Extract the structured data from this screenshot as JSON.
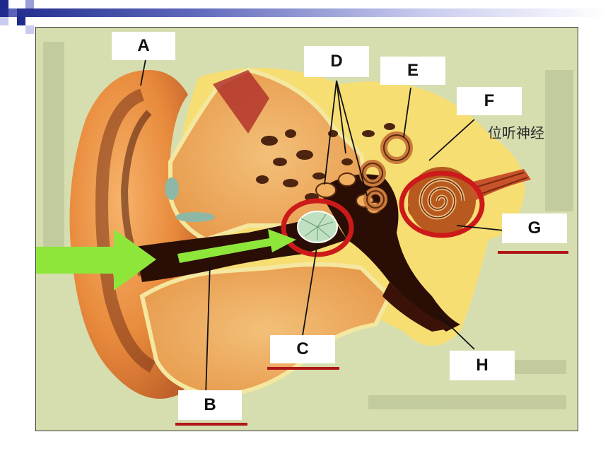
{
  "labels": {
    "A": "A",
    "B": "B",
    "C": "C",
    "D": "D",
    "E": "E",
    "F": "F",
    "G": "G",
    "H": "H"
  },
  "annotation": {
    "nerve": "位听神经"
  },
  "colors": {
    "highlight_circle": "#cc1a1a",
    "underline": "#b01616",
    "sound_arrow": "#8ee63a",
    "header_bar": "#1f2b8c"
  }
}
